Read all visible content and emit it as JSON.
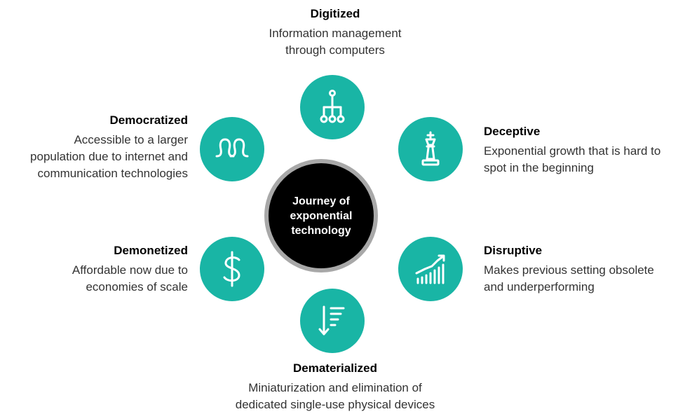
{
  "center": {
    "label": "Journey of\nexponential\ntechnology"
  },
  "stages": {
    "digitized": {
      "title": "Digitized",
      "description": "Information management\nthrough computers",
      "icon": "network-tree-icon"
    },
    "deceptive": {
      "title": "Deceptive",
      "description": "Exponential growth that is hard to\nspot in the beginning",
      "icon": "chess-king-icon"
    },
    "disruptive": {
      "title": "Disruptive",
      "description": "Makes previous setting obsolete\nand underperforming",
      "icon": "growth-chart-icon"
    },
    "dematerialized": {
      "title": "Dematerialized",
      "description": "Miniaturization and elimination of\ndedicated single-use physical devices",
      "icon": "sort-descending-icon"
    },
    "demonetized": {
      "title": "Demonetized",
      "description": "Affordable now due to\neconomies of scale",
      "icon": "dollar-icon"
    },
    "democratized": {
      "title": "Democratized",
      "description": "Accessible to a larger\npopulation due to internet and\ncommunication technologies",
      "icon": "people-icon"
    }
  },
  "colors": {
    "node": "#19b5a5",
    "center": "#000000",
    "center_ring": "#a8a8a8"
  }
}
